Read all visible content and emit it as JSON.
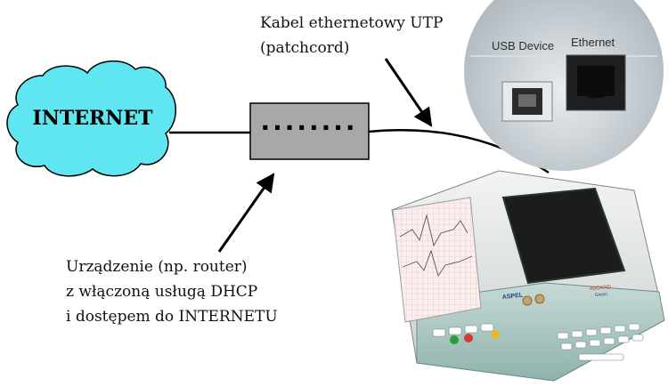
{
  "internet": {
    "label": "INTERNET",
    "fill": "#5fe6f0"
  },
  "router": {
    "label": "........",
    "fill": "#a8a8a8"
  },
  "cable_label": {
    "line1": "Kabel ethernetowy UTP",
    "line2": "(patchcord)"
  },
  "device_label": {
    "line1": "Urządzenie (np. router)",
    "line2": "z włączoną usługą DHCP",
    "line3": "i dostępem do INTERNETU"
  },
  "ports_photo": {
    "usb_label": "USB Device",
    "ethernet_label": "Ethernet"
  },
  "ecg_device": {
    "brand": "ASPEL",
    "model": "AsCARD",
    "model_sub": "Green"
  }
}
